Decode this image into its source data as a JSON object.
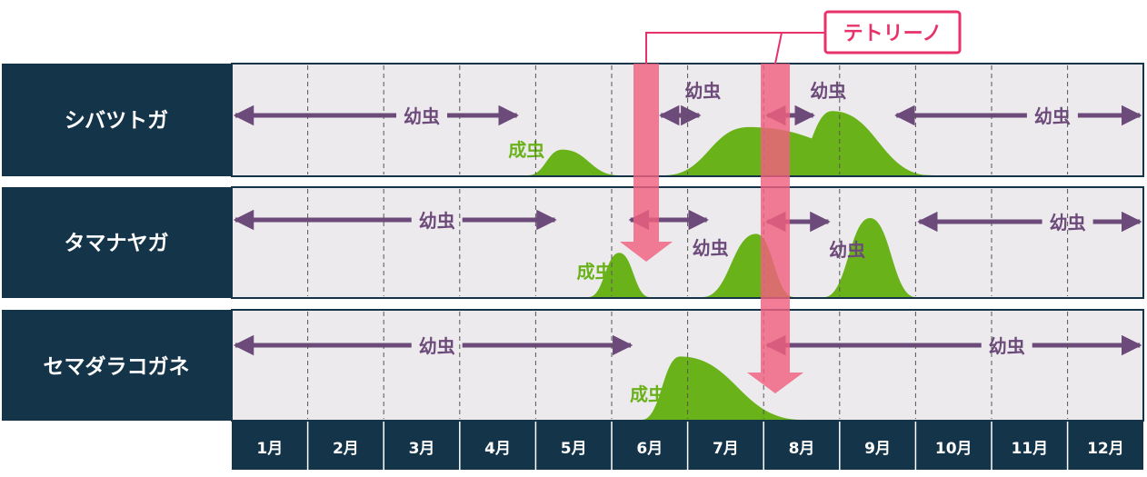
{
  "callout": {
    "label": "テトリーノ"
  },
  "months": [
    "1月",
    "2月",
    "3月",
    "4月",
    "5月",
    "6月",
    "7月",
    "8月",
    "9月",
    "10月",
    "11月",
    "12月"
  ],
  "colors": {
    "row_label_bg": "#14344a",
    "row_bg": "#eceaed",
    "larva": "#6c4a7a",
    "adult": "#6ab21a",
    "accent": "#e8336a",
    "band": "#f0607f"
  },
  "species": [
    {
      "name": "シバツトガ",
      "larva_label": "幼虫",
      "adult_label": "成虫",
      "larva_arrows": [
        {
          "from": 1.0,
          "to": 4.8,
          "label": "幼虫"
        },
        {
          "from": 6.6,
          "to": 7.2,
          "label": "幼虫"
        },
        {
          "from": 8.0,
          "to": 8.7,
          "label": "幼虫"
        },
        {
          "from": 9.7,
          "to": 13.0,
          "label": "幼虫"
        }
      ],
      "adult_periods": [
        {
          "from": 4.9,
          "peak": 5.35,
          "to": 6.1,
          "height": 0.4
        },
        {
          "from": 6.7,
          "peak": 7.8,
          "to": 10.3,
          "height": 0.75
        },
        {
          "from": 8.3,
          "peak": 8.9,
          "to": 10.2,
          "height": 1.0
        }
      ],
      "adult_label_month": 4.4,
      "larva_label_months": [
        3.0,
        6.7,
        8.35,
        11.3
      ]
    },
    {
      "name": "タマナヤガ",
      "larva_label": "幼虫",
      "adult_label": "成虫",
      "larva_arrows": [
        {
          "from": 1.0,
          "to": 5.3,
          "label": "幼虫"
        },
        {
          "from": 6.2,
          "to": 7.3,
          "label": "幼虫"
        },
        {
          "from": 8.0,
          "to": 8.9,
          "label": "幼虫"
        },
        {
          "from": 10.0,
          "to": 13.0,
          "label": "幼虫"
        }
      ],
      "adult_periods": [
        {
          "from": 5.7,
          "peak": 6.1,
          "to": 6.5,
          "height": 0.7
        },
        {
          "from": 7.2,
          "peak": 7.9,
          "to": 8.4,
          "height": 1.0
        },
        {
          "from": 8.8,
          "peak": 9.4,
          "to": 10.0,
          "height": 1.25
        }
      ],
      "adult_label_month": 5.3,
      "larva_label_months": [
        3.2,
        6.8,
        8.6,
        11.5
      ]
    },
    {
      "name": "セマダラコガネ",
      "larva_label": "幼虫",
      "adult_label": "成虫",
      "larva_arrows": [
        {
          "from": 1.0,
          "to": 6.3,
          "label": "幼虫"
        },
        {
          "from": 8.0,
          "to": 13.0,
          "label": "幼虫"
        }
      ],
      "adult_periods": [
        {
          "from": 6.4,
          "peak": 6.9,
          "to": 8.5,
          "height": 1.0
        }
      ],
      "adult_label_month": 6.0,
      "larva_label_months": [
        3.2,
        10.7
      ]
    }
  ]
}
